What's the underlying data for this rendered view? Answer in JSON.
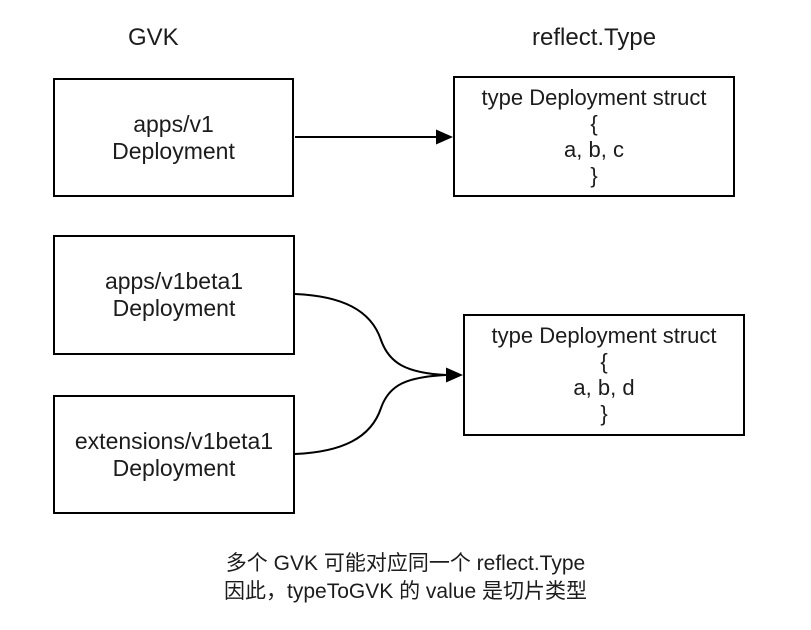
{
  "diagram": {
    "headers": {
      "gvk": "GVK",
      "reflect_type": "reflect.Type"
    },
    "gvk_boxes": [
      {
        "group_version": "apps/v1",
        "kind": "Deployment"
      },
      {
        "group_version": "apps/v1beta1",
        "kind": "Deployment"
      },
      {
        "group_version": "extensions/v1beta1",
        "kind": "Deployment"
      }
    ],
    "type_boxes": [
      {
        "decl": "type Deployment struct",
        "open_brace": "{",
        "fields": "a, b, c",
        "close_brace": "}"
      },
      {
        "decl": "type Deployment struct",
        "open_brace": "{",
        "fields": "a, b, d",
        "close_brace": "}"
      }
    ],
    "caption": {
      "line1": "多个 GVK 可能对应同一个 reflect.Type",
      "line2": "因此，typeToGVK 的 value 是切片类型"
    }
  },
  "colors": {
    "background": "#ffffff",
    "line": "#000000",
    "text": "#1c1c1c"
  }
}
